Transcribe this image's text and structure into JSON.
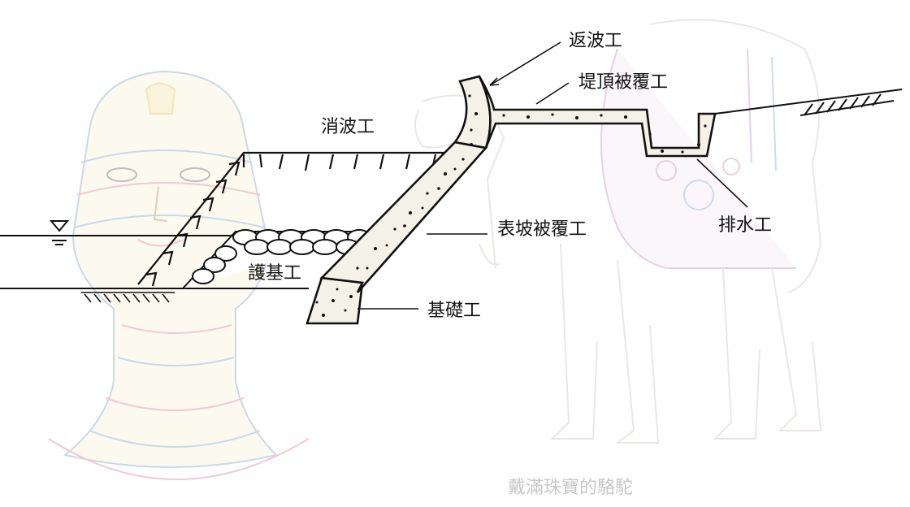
{
  "labels": {
    "return_wall": "返波工",
    "crown_cover": "堤頂被覆工",
    "wave_dissipating": "消波工",
    "slope_cover": "表坡被覆工",
    "drainage": "排水工",
    "toe_protection": "護基工",
    "foundation": "基礎工"
  },
  "caption": "戴滿珠寶的駱駝",
  "colors": {
    "ink": "#111111",
    "concrete_fill": "#f4f1e6",
    "caption": "#c8c8c8",
    "sketch_mask": "#e8d27a",
    "sketch_stripe_blue": "#9fb9dc",
    "sketch_stripe_red": "#e2a0b2",
    "sketch_camel": "#d8cfc9",
    "sketch_blanket": "#c9a6c6"
  }
}
